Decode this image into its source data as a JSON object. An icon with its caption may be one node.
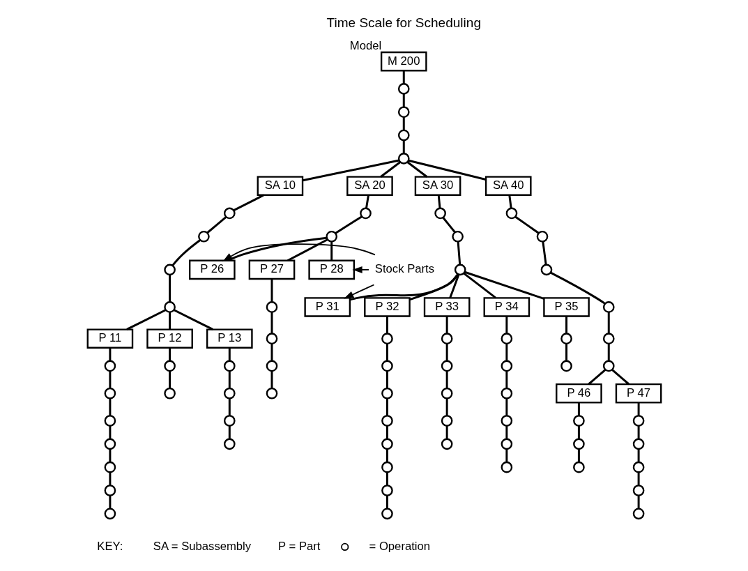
{
  "diagram": {
    "nodes": [
      {
        "text": [
          "M 200"
        ],
        "beside": [
          "Model"
        ]
      },
      {
        "text": [],
        "shape": "circle"
      },
      {
        "text": [],
        "shape": "circle"
      },
      {
        "text": [],
        "shape": "circle"
      },
      {
        "text": [],
        "shape": "circle"
      },
      {
        "text": [
          "SA 10"
        ]
      },
      {
        "text": [],
        "shape": "circle"
      },
      {
        "text": [],
        "shape": "circle"
      },
      {
        "text": [],
        "shape": "circle"
      },
      {
        "text": [],
        "shape": "circle"
      },
      {
        "text": [
          "P 11"
        ]
      },
      {
        "text": [],
        "shape": "circle"
      },
      {
        "text": [],
        "shape": "circle"
      },
      {
        "text": [],
        "shape": "circle"
      },
      {
        "text": [],
        "shape": "circle"
      },
      {
        "text": [],
        "shape": "circle"
      },
      {
        "text": [],
        "shape": "circle"
      },
      {
        "text": [],
        "shape": "circle"
      },
      {
        "text": [
          "P 12"
        ]
      },
      {
        "text": [],
        "shape": "circle"
      },
      {
        "text": [],
        "shape": "circle"
      },
      {
        "text": [
          "P 13"
        ]
      },
      {
        "text": [],
        "shape": "circle"
      },
      {
        "text": [],
        "shape": "circle"
      },
      {
        "text": [],
        "shape": "circle"
      },
      {
        "text": [],
        "shape": "circle"
      },
      {
        "text": [
          "SA 20"
        ]
      },
      {
        "text": [],
        "shape": "circle"
      },
      {
        "text": [],
        "shape": "circle"
      },
      {
        "text": [
          "P 26"
        ]
      },
      {
        "text": [
          "P 27"
        ]
      },
      {
        "text": [],
        "shape": "circle"
      },
      {
        "text": [],
        "shape": "circle"
      },
      {
        "text": [],
        "shape": "circle"
      },
      {
        "text": [],
        "shape": "circle"
      },
      {
        "text": [
          "P 28"
        ]
      },
      {
        "text": [
          "Stock Parts"
        ]
      },
      {
        "text": [
          "SA 30"
        ]
      },
      {
        "text": [],
        "shape": "circle"
      },
      {
        "text": [],
        "shape": "circle"
      },
      {
        "text": [],
        "shape": "circle"
      },
      {
        "text": [
          "P 31"
        ]
      },
      {
        "text": [
          "P 32"
        ]
      },
      {
        "text": [],
        "shape": "circle"
      },
      {
        "text": [],
        "shape": "circle"
      },
      {
        "text": [],
        "shape": "circle"
      },
      {
        "text": [],
        "shape": "circle"
      },
      {
        "text": [],
        "shape": "circle"
      },
      {
        "text": [],
        "shape": "circle"
      },
      {
        "text": [],
        "shape": "circle"
      },
      {
        "text": [],
        "shape": "circle"
      },
      {
        "text": [
          "P 33"
        ]
      },
      {
        "text": [],
        "shape": "circle"
      },
      {
        "text": [],
        "shape": "circle"
      },
      {
        "text": [],
        "shape": "circle"
      },
      {
        "text": [],
        "shape": "circle"
      },
      {
        "text": [],
        "shape": "circle"
      },
      {
        "text": [
          "P 34"
        ]
      },
      {
        "text": [],
        "shape": "circle"
      },
      {
        "text": [],
        "shape": "circle"
      },
      {
        "text": [],
        "shape": "circle"
      },
      {
        "text": [],
        "shape": "circle"
      },
      {
        "text": [],
        "shape": "circle"
      },
      {
        "text": [],
        "shape": "circle"
      },
      {
        "text": [
          "P 35"
        ]
      },
      {
        "text": [],
        "shape": "circle"
      },
      {
        "text": [],
        "shape": "circle"
      },
      {
        "text": [
          "SA 40"
        ]
      },
      {
        "text": [],
        "shape": "circle"
      },
      {
        "text": [],
        "shape": "circle"
      },
      {
        "text": [],
        "shape": "circle"
      },
      {
        "text": [],
        "shape": "circle"
      },
      {
        "text": [],
        "shape": "circle"
      },
      {
        "text": [],
        "shape": "circle"
      },
      {
        "text": [
          "P 46"
        ]
      },
      {
        "text": [],
        "shape": "circle"
      },
      {
        "text": [],
        "shape": "circle"
      },
      {
        "text": [],
        "shape": "circle"
      },
      {
        "text": [
          "P 47"
        ]
      },
      {
        "text": [],
        "shape": "circle"
      },
      {
        "text": [],
        "shape": "circle"
      },
      {
        "text": [],
        "shape": "circle"
      },
      {
        "text": [],
        "shape": "circle"
      },
      {
        "text": [],
        "shape": "circle"
      }
    ],
    "edges": [
      {
        "from": 0,
        "to": 1,
        "arrow": "none"
      },
      {
        "from": 1,
        "to": 2,
        "arrow": "none"
      },
      {
        "from": 2,
        "to": 3,
        "arrow": "none"
      },
      {
        "from": 3,
        "to": 4,
        "arrow": "none"
      },
      {
        "from": 4,
        "to": 5,
        "arrow": "none"
      },
      {
        "from": 4,
        "to": 26,
        "arrow": "none"
      },
      {
        "from": 4,
        "to": 37,
        "arrow": "none"
      },
      {
        "from": 4,
        "to": 67,
        "arrow": "none"
      },
      {
        "from": 5,
        "to": 6,
        "arrow": "none"
      },
      {
        "from": 6,
        "to": 7,
        "arrow": "none"
      },
      {
        "from": 7,
        "to": 8,
        "arrow": "none"
      },
      {
        "from": 8,
        "to": 9,
        "arrow": "none"
      },
      {
        "from": 9,
        "to": 10,
        "arrow": "none"
      },
      {
        "from": 9,
        "to": 18,
        "arrow": "none"
      },
      {
        "from": 9,
        "to": 21,
        "arrow": "none"
      },
      {
        "from": 10,
        "to": 11,
        "arrow": "none"
      },
      {
        "from": 11,
        "to": 12,
        "arrow": "none"
      },
      {
        "from": 12,
        "to": 13,
        "arrow": "none"
      },
      {
        "from": 13,
        "to": 14,
        "arrow": "none"
      },
      {
        "from": 14,
        "to": 15,
        "arrow": "none"
      },
      {
        "from": 15,
        "to": 16,
        "arrow": "none"
      },
      {
        "from": 16,
        "to": 17,
        "arrow": "none"
      },
      {
        "from": 18,
        "to": 19,
        "arrow": "none"
      },
      {
        "from": 19,
        "to": 20,
        "arrow": "none"
      },
      {
        "from": 21,
        "to": 22,
        "arrow": "none"
      },
      {
        "from": 22,
        "to": 23,
        "arrow": "none"
      },
      {
        "from": 23,
        "to": 24,
        "arrow": "none"
      },
      {
        "from": 24,
        "to": 25,
        "arrow": "none"
      },
      {
        "from": 26,
        "to": 27,
        "arrow": "none"
      },
      {
        "from": 27,
        "to": 28,
        "arrow": "none"
      },
      {
        "from": 28,
        "to": 29,
        "arrow": "none"
      },
      {
        "from": 28,
        "to": 30,
        "arrow": "none"
      },
      {
        "from": 28,
        "to": 35,
        "arrow": "none"
      },
      {
        "from": 30,
        "to": 31,
        "arrow": "none"
      },
      {
        "from": 31,
        "to": 32,
        "arrow": "none"
      },
      {
        "from": 32,
        "to": 33,
        "arrow": "none"
      },
      {
        "from": 33,
        "to": 34,
        "arrow": "none"
      },
      {
        "from": 36,
        "to": 29,
        "arrow": "to"
      },
      {
        "from": 36,
        "to": 35,
        "arrow": "to"
      },
      {
        "from": 36,
        "to": 41,
        "arrow": "to"
      },
      {
        "from": 37,
        "to": 38,
        "arrow": "none"
      },
      {
        "from": 38,
        "to": 39,
        "arrow": "none"
      },
      {
        "from": 39,
        "to": 40,
        "arrow": "none"
      },
      {
        "from": 40,
        "to": 41,
        "arrow": "none"
      },
      {
        "from": 40,
        "to": 42,
        "arrow": "none"
      },
      {
        "from": 40,
        "to": 51,
        "arrow": "none"
      },
      {
        "from": 40,
        "to": 57,
        "arrow": "none"
      },
      {
        "from": 40,
        "to": 64,
        "arrow": "none"
      },
      {
        "from": 42,
        "to": 43,
        "arrow": "none"
      },
      {
        "from": 43,
        "to": 44,
        "arrow": "none"
      },
      {
        "from": 44,
        "to": 45,
        "arrow": "none"
      },
      {
        "from": 45,
        "to": 46,
        "arrow": "none"
      },
      {
        "from": 46,
        "to": 47,
        "arrow": "none"
      },
      {
        "from": 47,
        "to": 48,
        "arrow": "none"
      },
      {
        "from": 48,
        "to": 49,
        "arrow": "none"
      },
      {
        "from": 49,
        "to": 50,
        "arrow": "none"
      },
      {
        "from": 51,
        "to": 52,
        "arrow": "none"
      },
      {
        "from": 52,
        "to": 53,
        "arrow": "none"
      },
      {
        "from": 53,
        "to": 54,
        "arrow": "none"
      },
      {
        "from": 54,
        "to": 55,
        "arrow": "none"
      },
      {
        "from": 55,
        "to": 56,
        "arrow": "none"
      },
      {
        "from": 57,
        "to": 58,
        "arrow": "none"
      },
      {
        "from": 58,
        "to": 59,
        "arrow": "none"
      },
      {
        "from": 59,
        "to": 60,
        "arrow": "none"
      },
      {
        "from": 60,
        "to": 61,
        "arrow": "none"
      },
      {
        "from": 61,
        "to": 62,
        "arrow": "none"
      },
      {
        "from": 62,
        "to": 63,
        "arrow": "none"
      },
      {
        "from": 64,
        "to": 65,
        "arrow": "none"
      },
      {
        "from": 65,
        "to": 66,
        "arrow": "none"
      },
      {
        "from": 67,
        "to": 68,
        "arrow": "none"
      },
      {
        "from": 68,
        "to": 69,
        "arrow": "none"
      },
      {
        "from": 69,
        "to": 70,
        "arrow": "none"
      },
      {
        "from": 70,
        "to": 71,
        "arrow": "none"
      },
      {
        "from": 71,
        "to": 72,
        "arrow": "none"
      },
      {
        "from": 72,
        "to": 73,
        "arrow": "none"
      },
      {
        "from": 73,
        "to": 74,
        "arrow": "none"
      },
      {
        "from": 73,
        "to": 78,
        "arrow": "none"
      },
      {
        "from": 74,
        "to": 75,
        "arrow": "none"
      },
      {
        "from": 75,
        "to": 76,
        "arrow": "none"
      },
      {
        "from": 76,
        "to": 77,
        "arrow": "none"
      },
      {
        "from": 78,
        "to": 79,
        "arrow": "none"
      },
      {
        "from": 79,
        "to": 80,
        "arrow": "none"
      },
      {
        "from": 80,
        "to": 81,
        "arrow": "none"
      },
      {
        "from": 81,
        "to": 82,
        "arrow": "none"
      },
      {
        "from": 82,
        "to": 83,
        "arrow": "none"
      }
    ],
    "labels": [
      "Time Scale for Scheduling",
      "KEY:",
      "SA = Subassembly",
      "P = Part"
    ],
    "legend": [
      {
        "text": "= Operation"
      }
    ]
  }
}
